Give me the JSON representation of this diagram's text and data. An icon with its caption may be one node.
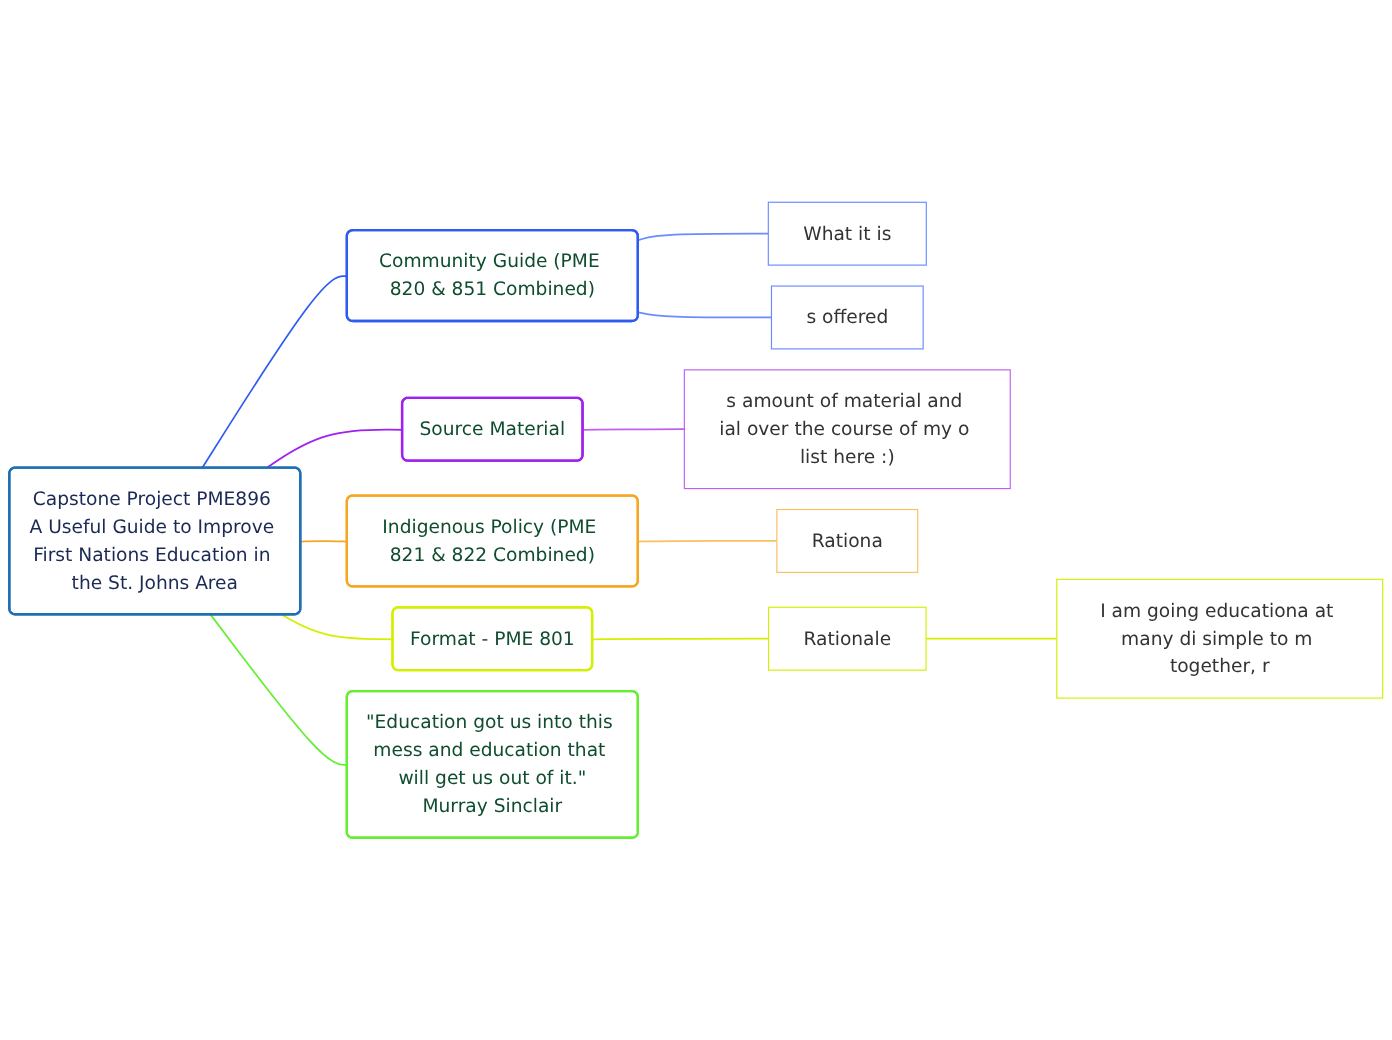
{
  "diagram": {
    "nodes": [
      {
        "text": [
          "Capstone Project PME896 A Useful Guide to Improve First Nations Education in the St. Johns Area"
        ]
      },
      {
        "text": [
          "Indigenous Policy (PME 821 & 822 Combined)"
        ]
      },
      {
        "text": [
          "Community Guide (PME 820 & 851 Combined)"
        ]
      },
      {
        "text": [
          "Source Material"
        ]
      },
      {
        "text": [
          "Format - PME 801"
        ]
      },
      {
        "text": [
          "\"Education got us into this mess and education that will get us out of it.\"",
          "Murray Sinclair"
        ]
      },
      {
        "text": [
          "What it is"
        ]
      },
      {
        "text": [
          "s offered"
        ]
      },
      {
        "text": [
          "s amount of material and ial over the course of my o list here :)"
        ]
      },
      {
        "text": [
          "Rationa"
        ]
      },
      {
        "text": [
          "Rationale"
        ]
      },
      {
        "text": [
          "I am going educationa at many di simple to m together, r"
        ]
      }
    ],
    "edges": [
      {
        "from": 0,
        "to": 1,
        "arrow": "none",
        "color": "#f5a623"
      },
      {
        "from": 0,
        "to": 2,
        "arrow": "none",
        "color": "#2f5cf0"
      },
      {
        "from": 0,
        "to": 3,
        "arrow": "none",
        "color": "#a020f0"
      },
      {
        "from": 0,
        "to": 4,
        "arrow": "none",
        "color": "#d4f000"
      },
      {
        "from": 0,
        "to": 5,
        "arrow": "none",
        "color": "#66ee33"
      },
      {
        "from": 2,
        "to": 6,
        "arrow": "none",
        "color": "#6a8cff"
      },
      {
        "from": 2,
        "to": 7,
        "arrow": "none",
        "color": "#6a8cff"
      },
      {
        "from": 3,
        "to": 8,
        "arrow": "none",
        "color": "#c060f0"
      },
      {
        "from": 1,
        "to": 9,
        "arrow": "none",
        "color": "#f8c060"
      },
      {
        "from": 4,
        "to": 10,
        "arrow": "none",
        "color": "#d4f000"
      },
      {
        "from": 10,
        "to": 11,
        "arrow": "none",
        "color": "#d4f000"
      }
    ]
  }
}
